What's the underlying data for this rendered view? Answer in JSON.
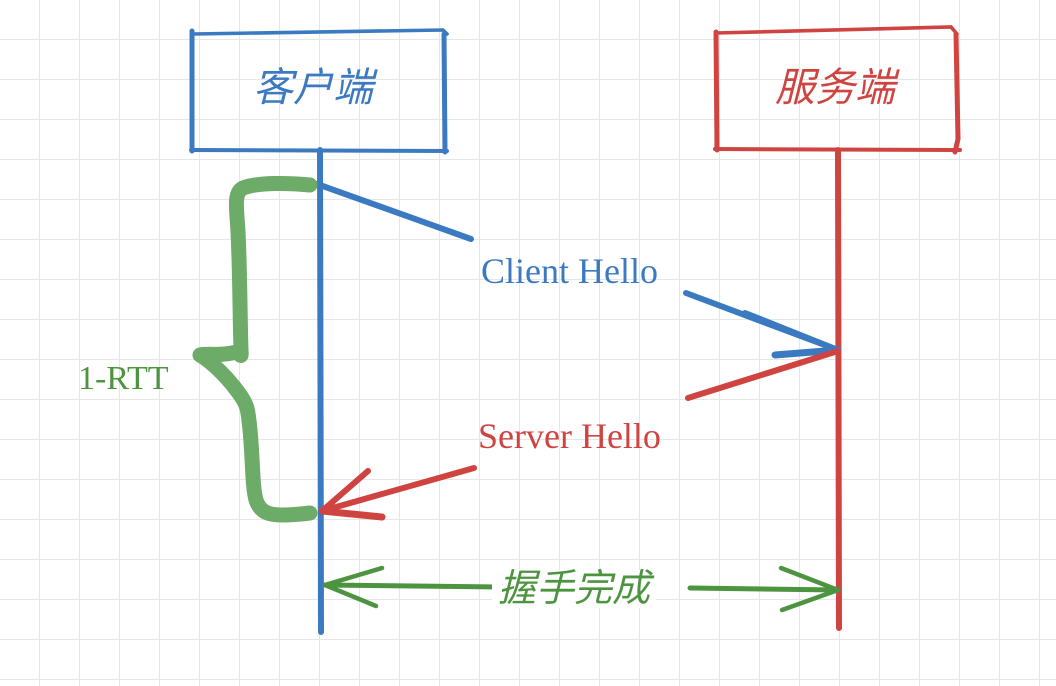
{
  "diagram": {
    "title": "TLS 1-RTT handshake sequence sketch",
    "background": "graph-paper-grid",
    "colors": {
      "client_blue": "#3b7ac0",
      "server_red": "#cf4440",
      "accent_green": "#6cab68",
      "text_green": "#4d9440",
      "grid_line": "#e6e6e6",
      "paper": "#ffffff"
    },
    "participants": [
      {
        "id": "client",
        "label": "客户端",
        "color": "#3b7ac0"
      },
      {
        "id": "server",
        "label": "服务端",
        "color": "#cf4440"
      }
    ],
    "messages": [
      {
        "id": "client-hello",
        "label": "Client Hello",
        "from": "client",
        "to": "server",
        "color": "#3b7ac0"
      },
      {
        "id": "server-hello",
        "label": "Server Hello",
        "from": "server",
        "to": "client",
        "color": "#cf4440"
      },
      {
        "id": "handshake-done",
        "label": "握手完成",
        "from": "both",
        "to": "both",
        "color": "#4d9440",
        "bidirectional": true
      }
    ],
    "annotations": [
      {
        "id": "rtt",
        "label": "1-RTT",
        "color": "#4d9440",
        "marker": "curly-brace"
      }
    ]
  }
}
